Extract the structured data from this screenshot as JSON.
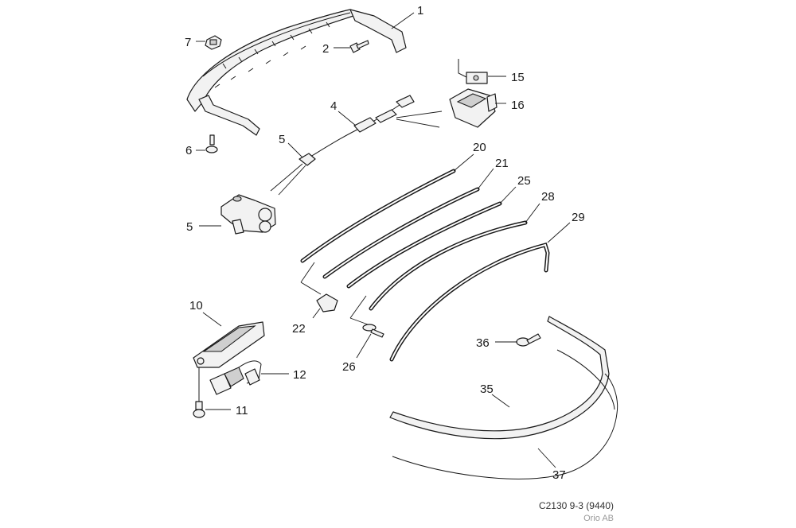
{
  "figure": {
    "code": "C2130 9-3 (9440)",
    "copyright": "Orio AB"
  },
  "callouts": [
    {
      "id": "c1",
      "label": "1"
    },
    {
      "id": "c2",
      "label": "2"
    },
    {
      "id": "c4",
      "label": "4"
    },
    {
      "id": "c5a",
      "label": "5"
    },
    {
      "id": "c5b",
      "label": "5"
    },
    {
      "id": "c6",
      "label": "6"
    },
    {
      "id": "c7",
      "label": "7"
    },
    {
      "id": "c10",
      "label": "10"
    },
    {
      "id": "c11",
      "label": "11"
    },
    {
      "id": "c12",
      "label": "12"
    },
    {
      "id": "c15",
      "label": "15"
    },
    {
      "id": "c16",
      "label": "16"
    },
    {
      "id": "c20",
      "label": "20"
    },
    {
      "id": "c21",
      "label": "21"
    },
    {
      "id": "c22",
      "label": "22"
    },
    {
      "id": "c25",
      "label": "25"
    },
    {
      "id": "c26",
      "label": "26"
    },
    {
      "id": "c28",
      "label": "28"
    },
    {
      "id": "c29",
      "label": "29"
    },
    {
      "id": "c35",
      "label": "35"
    },
    {
      "id": "c36",
      "label": "36"
    },
    {
      "id": "c37",
      "label": "37"
    }
  ]
}
